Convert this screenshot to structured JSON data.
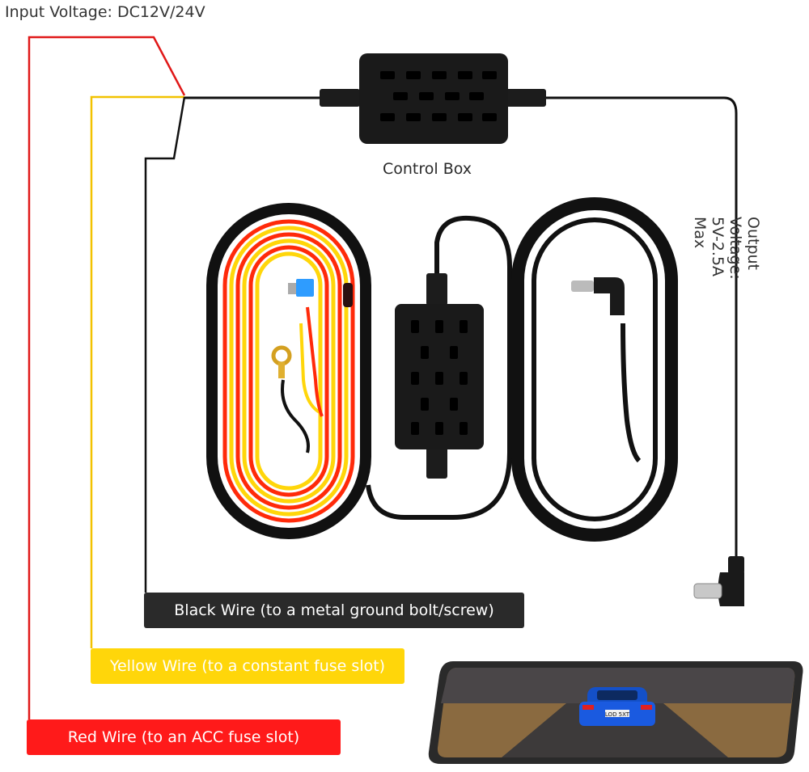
{
  "labels": {
    "input_voltage": "Input Voltage: DC12V/24V",
    "control_box": "Control Box",
    "output_voltage": "Output Voltage: 5V-2.5A Max"
  },
  "tags": {
    "black": "Black Wire (to a metal ground bolt/screw)",
    "yellow": "Yellow Wire (to a constant fuse slot)",
    "red": "Red Wire (to an ACC fuse slot)"
  },
  "mirror_plate": "LOD 5XT",
  "colors": {
    "red_wire": "#ff1a1a",
    "yellow_wire": "#ffd60a",
    "black_wire": "#111111",
    "tag_black": "#2a2a2a"
  }
}
